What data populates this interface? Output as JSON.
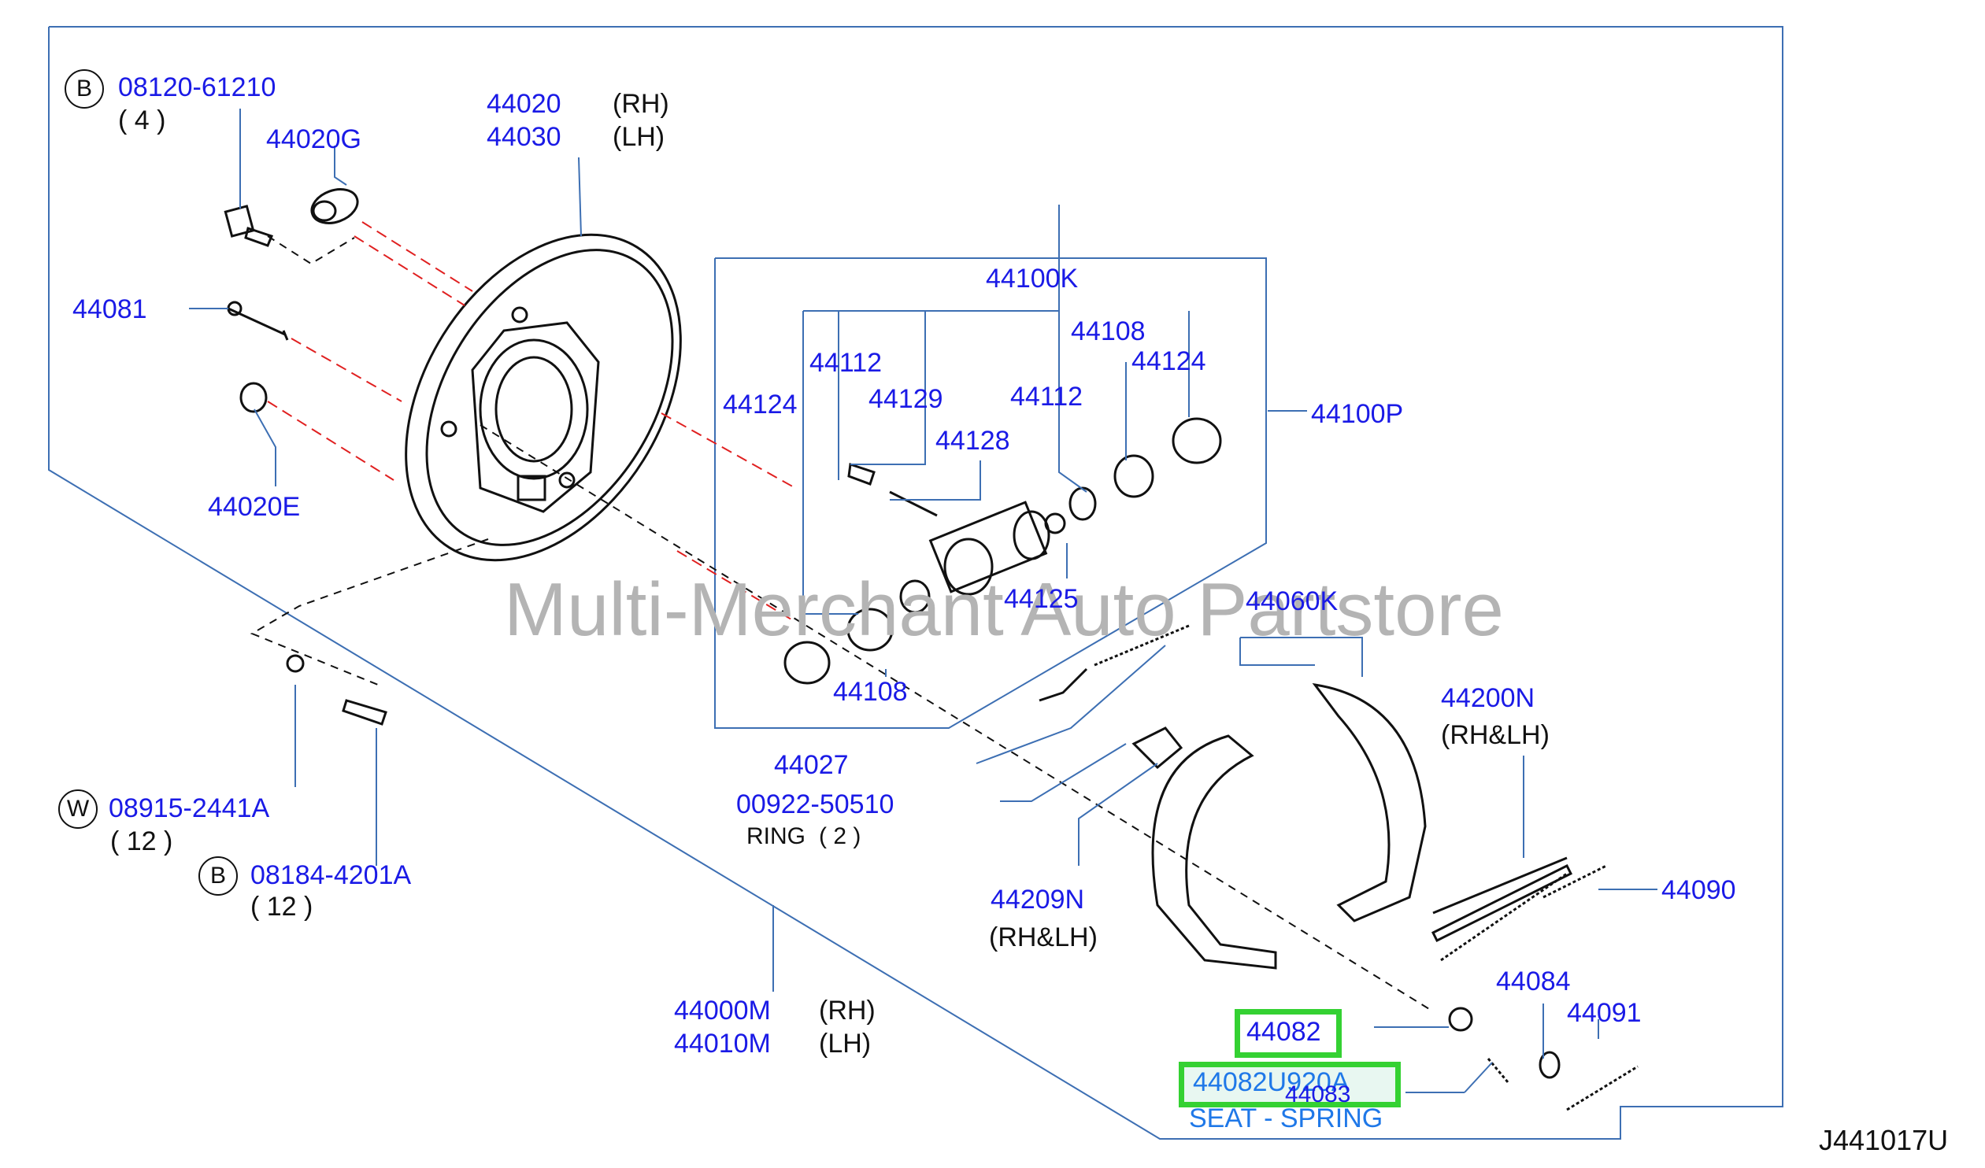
{
  "watermark": "Multi-Merchant Auto Partstore",
  "diagram_code": "J441017U",
  "bolt_markers": {
    "b": "B",
    "w": "W"
  },
  "labels": {
    "bolt_top": "08120-61210",
    "bolt_top_qty": "(  4  )",
    "plate_rh": "44020",
    "plate_rh_side": "(RH)",
    "plate_lh": "44030",
    "plate_lh_side": "(LH)",
    "grommet": "44020G",
    "pin": "44081",
    "plug": "44020E",
    "cyl_kit": "44100K",
    "cyl_112a": "44112",
    "cyl_108a": "44108",
    "cyl_124a": "44124",
    "cyl_124b": "44124",
    "cyl_129": "44129",
    "cyl_112b": "44112",
    "cyl_128": "44128",
    "cyl_assy": "44100P",
    "cyl_125": "44125",
    "cyl_108b": "44108",
    "shoe_kit": "44060K",
    "spring_027": "44027",
    "ring_no": "00922-50510",
    "ring_name": "RING",
    "ring_qty": "(  2  )",
    "washer": "08915-2441A",
    "washer_qty": "(  12  )",
    "bolt_bottom": "08184-4201A",
    "bolt_bottom_qty": "(  12  )",
    "lever": "44209N",
    "lever_side": "(RH&LH)",
    "shoe": "44200N",
    "shoe_side": "(RH&LH)",
    "adjuster_spring": "44090",
    "spring_084": "44084",
    "spring_091": "44091",
    "assy_rh": "44000M",
    "assy_rh_side": "(RH)",
    "assy_lh": "44010M",
    "assy_lh_side": "(LH)",
    "seat_no": "44082",
    "seat_alt": "44082U920A",
    "seat_083": "44083",
    "seat_name": "SEAT - SPRING"
  },
  "colors": {
    "part_label": "#1a1ae6",
    "frame": "#3d6fb3",
    "highlight": "#34d132",
    "leader_red": "#e02020"
  }
}
